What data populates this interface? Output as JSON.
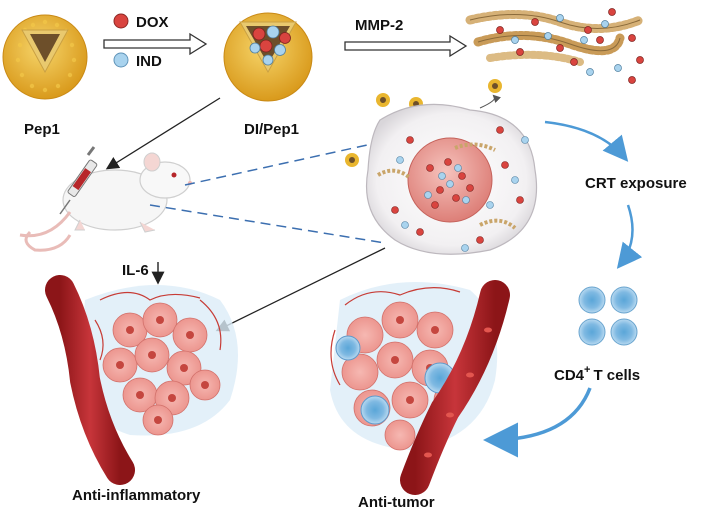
{
  "labels": {
    "pep1": "Pep1",
    "dox": "DOX",
    "ind": "IND",
    "di_pep1": "DI/Pep1",
    "mmp2": "MMP-2",
    "crt": "CRT exposure",
    "cd4_main": "CD4",
    "cd4_sup": "+",
    "cd4_tail": "T cells",
    "il6": "IL-6",
    "anti_inflammatory": "Anti-inflammatory",
    "anti_tumor": "Anti-tumor"
  },
  "colors": {
    "dox": "#d9443f",
    "ind": "#a9d3ee",
    "nanoparticle_shell": "#e9b62f",
    "nanoparticle_core": "#7a5a2f",
    "fiber": "#c9a56a",
    "cell_membrane": "#eae8ea",
    "nucleus": "#e79a93",
    "tissue": "#ef9f98",
    "vessel": "#b2272a",
    "t_cell": "#8fc3e6",
    "arrow_blue": "#4d9ad6",
    "dashed_line": "#3c6fb0"
  }
}
